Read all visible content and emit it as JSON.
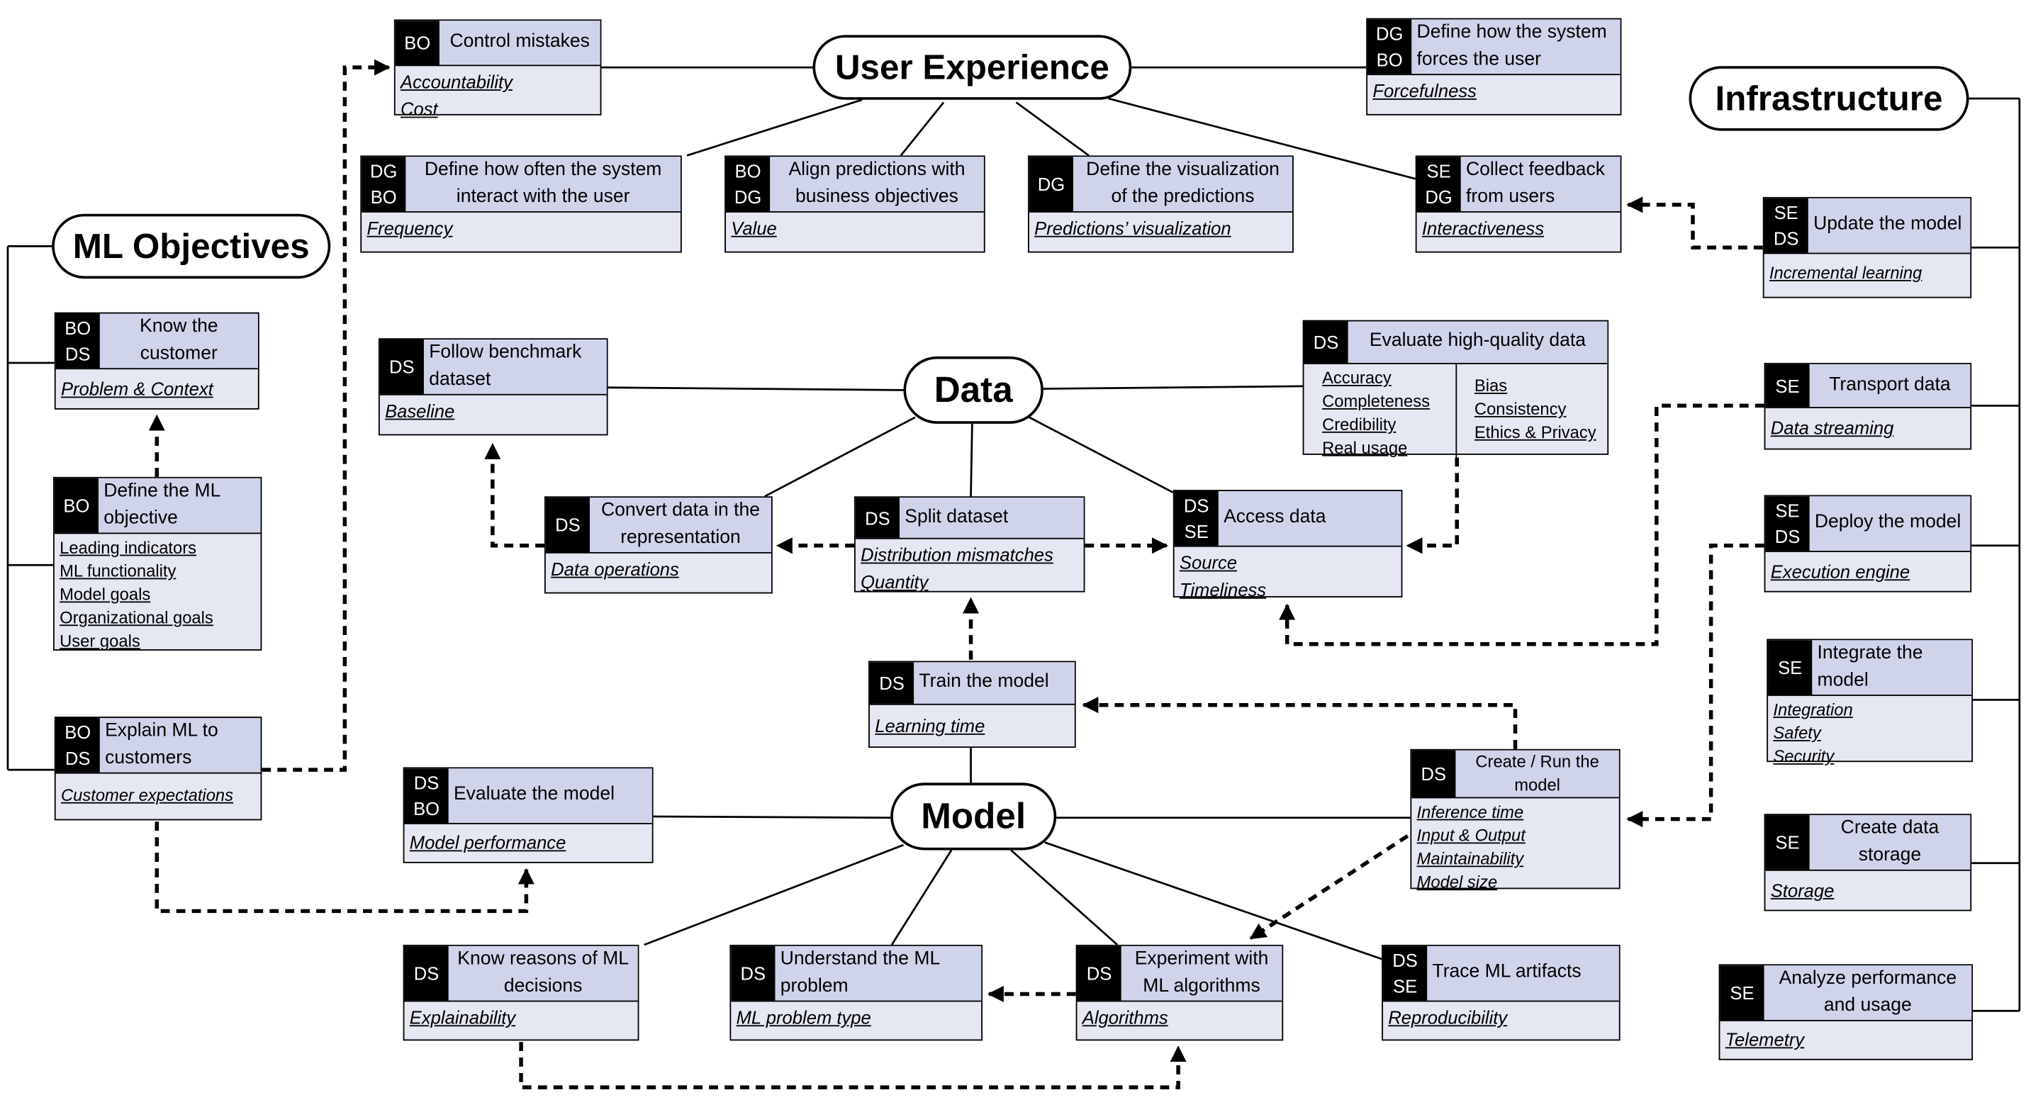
{
  "hubs": {
    "user_experience": "User Experience",
    "infrastructure": "Infrastructure",
    "ml_objectives": "ML Objectives",
    "data": "Data",
    "model": "Model"
  },
  "nodes": {
    "control_mistakes": {
      "tags": [
        "BO"
      ],
      "title": "Control mistakes",
      "items": [
        "Accountability",
        "Cost"
      ]
    },
    "forcefulness": {
      "tags": [
        "DG",
        "BO"
      ],
      "title": "Define how the system forces the user",
      "items": [
        "Forcefulness"
      ]
    },
    "frequency": {
      "tags": [
        "DG",
        "BO"
      ],
      "title": "Define how often the system interact with the user",
      "items": [
        "Frequency"
      ]
    },
    "value": {
      "tags": [
        "BO",
        "DG"
      ],
      "title": "Align predictions with business objectives",
      "items": [
        "Value"
      ]
    },
    "visualization": {
      "tags": [
        "DG"
      ],
      "title": "Define the visualization of the predictions",
      "items": [
        "Predictions’ visualization"
      ]
    },
    "feedback": {
      "tags": [
        "SE",
        "DG"
      ],
      "title": "Collect feedback from users",
      "items": [
        "Interactiveness"
      ]
    },
    "update_model": {
      "tags": [
        "SE",
        "DS"
      ],
      "title": "Update the model",
      "items": [
        "Incremental learning"
      ]
    },
    "transport_data": {
      "tags": [
        "SE"
      ],
      "title": "Transport data",
      "items": [
        "Data streaming"
      ]
    },
    "deploy_model": {
      "tags": [
        "SE",
        "DS"
      ],
      "title": "Deploy the model",
      "items": [
        "Execution engine"
      ]
    },
    "integrate_model": {
      "tags": [
        "SE"
      ],
      "title": "Integrate the model",
      "items": [
        "Integration",
        "Safety",
        "Security"
      ]
    },
    "data_storage": {
      "tags": [
        "SE"
      ],
      "title": "Create data storage",
      "items": [
        "Storage"
      ]
    },
    "telemetry": {
      "tags": [
        "SE"
      ],
      "title": "Analyze performance and usage",
      "items": [
        "Telemetry"
      ]
    },
    "know_customer": {
      "tags": [
        "BO",
        "DS"
      ],
      "title": "Know the customer",
      "items": [
        "Problem & Context"
      ]
    },
    "define_objective": {
      "tags": [
        "BO"
      ],
      "title": "Define the ML objective",
      "items": [
        "Leading indicators",
        "ML functionality",
        "Model goals",
        "Organizational goals",
        "User goals"
      ]
    },
    "explain_ml": {
      "tags": [
        "BO",
        "DS"
      ],
      "title": "Explain ML to customers",
      "items": [
        "Customer expectations"
      ]
    },
    "benchmark": {
      "tags": [
        "DS"
      ],
      "title": "Follow benchmark dataset",
      "items": [
        "Baseline"
      ]
    },
    "quality_data": {
      "tags": [
        "DS"
      ],
      "title": "Evaluate high-quality data",
      "col1": [
        "Accuracy",
        "Completeness",
        "Credibility",
        "Real usage"
      ],
      "col2": [
        "Bias",
        "Consistency",
        "Ethics & Privacy"
      ]
    },
    "convert_data": {
      "tags": [
        "DS"
      ],
      "title": "Convert data in the representation",
      "items": [
        "Data operations"
      ]
    },
    "split_dataset": {
      "tags": [
        "DS"
      ],
      "title": "Split dataset",
      "items": [
        "Distribution mismatches",
        "Quantity"
      ]
    },
    "access_data": {
      "tags": [
        "DS",
        "SE"
      ],
      "title": "Access data",
      "items": [
        "Source",
        "Timeliness"
      ]
    },
    "train_model": {
      "tags": [
        "DS"
      ],
      "title": "Train the model",
      "items": [
        "Learning time"
      ]
    },
    "evaluate_model": {
      "tags": [
        "DS",
        "BO"
      ],
      "title": "Evaluate the model",
      "items": [
        "Model performance"
      ]
    },
    "run_model": {
      "tags": [
        "DS"
      ],
      "title": "Create / Run the model",
      "items": [
        "Inference time",
        "Input & Output",
        "Maintainability",
        "Model size"
      ]
    },
    "explainability": {
      "tags": [
        "DS"
      ],
      "title": "Know reasons of ML decisions",
      "items": [
        "Explainability"
      ]
    },
    "problem_type": {
      "tags": [
        "DS"
      ],
      "title": "Understand the ML problem",
      "items": [
        "ML problem type"
      ]
    },
    "algorithms": {
      "tags": [
        "DS"
      ],
      "title": "Experiment with ML algorithms",
      "items": [
        "Algorithms"
      ]
    },
    "trace": {
      "tags": [
        "DS",
        "SE"
      ],
      "title": "Trace ML artifacts",
      "items": [
        "Reproducibility"
      ]
    }
  }
}
